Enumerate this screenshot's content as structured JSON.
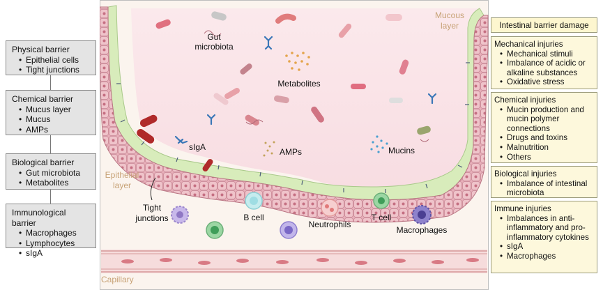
{
  "left_boxes": [
    {
      "title": "Physical barrier",
      "items": [
        "Epithelial cells",
        "Tight junctions"
      ]
    },
    {
      "title": "Chemical barrier",
      "items": [
        "Mucus layer",
        "Mucus",
        "AMPs"
      ]
    },
    {
      "title": "Biological barrier",
      "items": [
        "Gut microbiota",
        "Metabolites"
      ]
    },
    {
      "title": "Immunological barrier",
      "items": [
        "Macrophages",
        "Lymphocytes",
        "sIgA"
      ]
    }
  ],
  "right_panel": {
    "header": "Intestinal barrier damage",
    "sections": [
      {
        "title": "Mechanical injuries",
        "items": [
          "Mechanical stimuli",
          "Imbalance of acidic or alkaline substances",
          "Oxidative stress"
        ]
      },
      {
        "title": "Chemical injuries",
        "items": [
          "Mucin production and mucin polymer connections",
          "Drugs and toxins",
          "Malnutrition",
          "Others"
        ]
      },
      {
        "title": "Biological injuries",
        "items": [
          "Imbalance of intestinal microbiota"
        ]
      },
      {
        "title": "Immune injuries",
        "items": [
          "Imbalances in anti-inflammatory and pro-inflammatory cytokines",
          "sIgA",
          "Macrophages"
        ]
      }
    ]
  },
  "labels": {
    "gut_microbiota_1": "Gut",
    "gut_microbiota_2": "microbiota",
    "metabolites": "Metabolites",
    "mucous_1": "Mucous",
    "mucous_2": "layer",
    "siga": "sIgA",
    "amps": "AMPs",
    "mucins": "Mucins",
    "epithelial_1": "Epithelial",
    "epithelial_2": "layer",
    "tight_1": "Tight",
    "tight_2": "junctions",
    "b_cell": "B cell",
    "neutrophils": "Neutrophils",
    "t_cell": "T cell",
    "macrophages": "Macrophages",
    "capillary": "Capillary"
  },
  "colors": {
    "lumen": "#fbeef0",
    "epithelium": "#e6a9b4",
    "mucus": "#d6ebb8",
    "lamina": "#fbf4ee",
    "label_tan": "#c7a276",
    "left_box_fill": "#e4e4e4",
    "right_box_fill": "#fdf8dc"
  }
}
